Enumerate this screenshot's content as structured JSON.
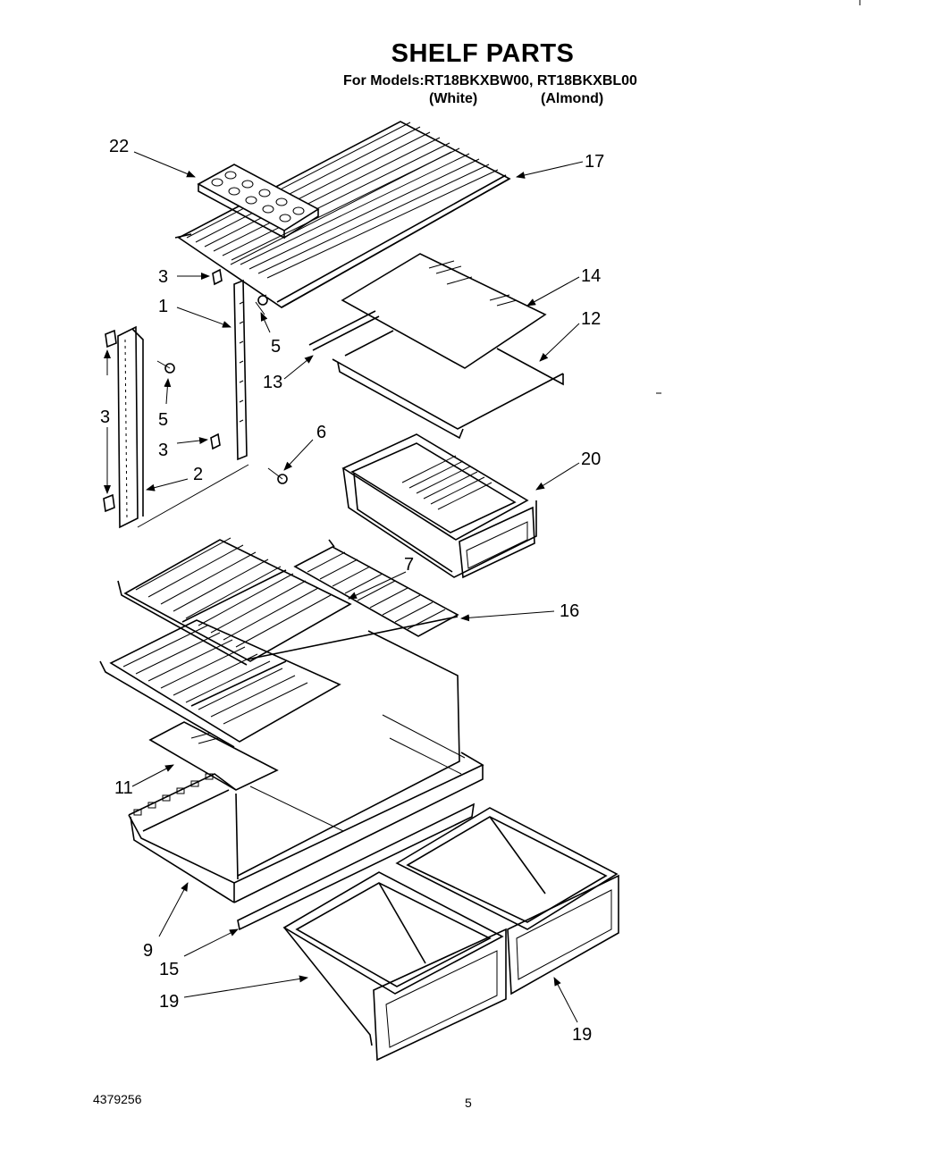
{
  "header": {
    "title": "SHELF PARTS",
    "models_line": "For Models:RT18BKXBW00, RT18BKXBL00",
    "color_white": "(White)",
    "color_almond": "(Almond)"
  },
  "callouts": {
    "c22": "22",
    "c17": "17",
    "c14": "14",
    "c12": "12",
    "c13": "13",
    "c3a": "3",
    "c1": "1",
    "c5a": "5",
    "c3b": "3",
    "c5b": "5",
    "c3c": "3",
    "c6": "6",
    "c2": "2",
    "c20": "20",
    "c7": "7",
    "c16": "16",
    "c11": "11",
    "c9": "9",
    "c15": "15",
    "c19a": "19",
    "c19b": "19"
  },
  "footer": {
    "part_code": "4379256",
    "page_number": "5"
  }
}
